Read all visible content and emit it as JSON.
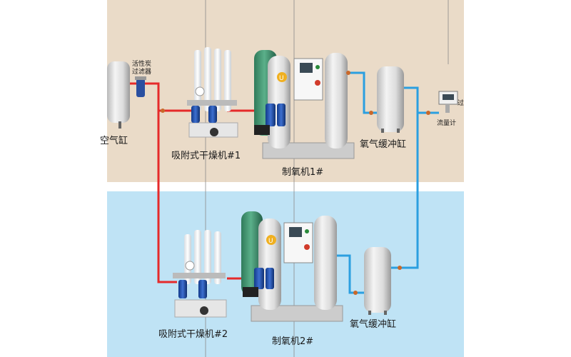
{
  "labels": {
    "activated_carbon_filter": "活性炭\n过滤器",
    "air_tank": "空气缸",
    "dryer_1": "吸附式干燥机#1",
    "generator_1": "制氧机1#",
    "buffer_tank_1": "氧气缓冲缸",
    "flowmeter": "流量计",
    "edge_filter": "过",
    "dryer_2": "吸附式干燥机#2",
    "generator_2": "制氧机2#",
    "buffer_tank_2": "氧气缓冲缸"
  },
  "brand_badge": "U",
  "colors": {
    "top_panel": "#eadbc8",
    "bottom_panel": "#bfe3f5",
    "air_line": "#e52a2a",
    "oxygen_line": "#2b9fe0",
    "valve": "#c9682a"
  }
}
